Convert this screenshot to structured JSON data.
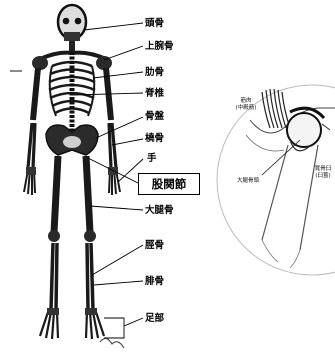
{
  "skeleton_labels": {
    "skull": "頭骨",
    "humerus": "上腕骨",
    "ribs": "肋骨",
    "spine": "脊椎",
    "pelvis": "骨盤",
    "ulna": "橈骨",
    "hand": "手",
    "hip_joint": "股関節",
    "femur": "大腿骨",
    "tibia": "脛骨",
    "fibula": "腓骨",
    "foot": "足部"
  },
  "hip_detail_labels": {
    "muscle_top": "筋肉",
    "muscle_top_sub": "(中殿筋)",
    "femur_head": "大腿骨頭",
    "right_a": "寛骨臼",
    "right_b": "(臼蓋)"
  }
}
